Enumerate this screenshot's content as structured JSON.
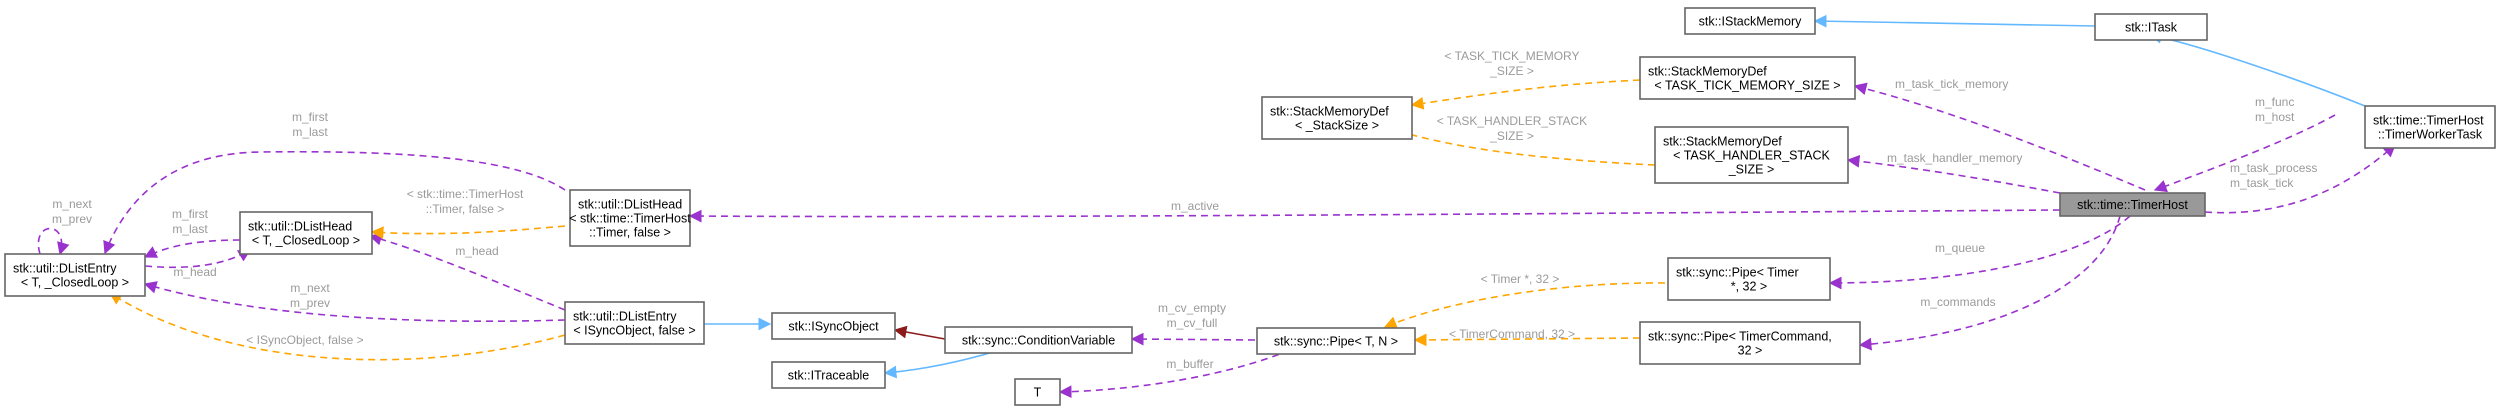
{
  "nodes": {
    "istackmemory": [
      "stk::IStackMemory"
    ],
    "itask": [
      "stk::ITask"
    ],
    "stackmemorydef_tick": [
      "stk::StackMemoryDef",
      "< TASK_TICK_MEMORY_SIZE >"
    ],
    "stackmemorydef_stacksize": [
      "stk::StackMemoryDef",
      "< _StackSize >"
    ],
    "stackmemorydef_handler": [
      "stk::StackMemoryDef",
      "< TASK_HANDLER_STACK",
      "_SIZE >"
    ],
    "timerworkertask": [
      "stk::time::TimerHost",
      "::TimerWorkerTask"
    ],
    "timerhost": [
      "stk::time::TimerHost"
    ],
    "dlisthead_timer": [
      "stk::util::DListHead",
      "< stk::time::TimerHost",
      "::Timer, false >"
    ],
    "dlisthead_closedloop": [
      "stk::util::DListHead",
      "< T, _ClosedLoop >"
    ],
    "dlistentry_closedloop": [
      "stk::util::DListEntry",
      "< T, _ClosedLoop >"
    ],
    "dlistentry_isync": [
      "stk::util::DListEntry",
      "< ISyncObject, false >"
    ],
    "isyncobject": [
      "stk::ISyncObject"
    ],
    "itraceable": [
      "stk::ITraceable"
    ],
    "conditionvariable": [
      "stk::sync::ConditionVariable"
    ],
    "pipe_tn": [
      "stk::sync::Pipe< T, N >"
    ],
    "t": [
      "T"
    ],
    "pipe_timer": [
      "stk::sync::Pipe< Timer",
      "*, 32 >"
    ],
    "pipe_timercommand": [
      "stk::sync::Pipe< TimerCommand,",
      "32 >"
    ]
  },
  "edge_labels": {
    "m_task_tick_memory": [
      "m_task_tick_memory"
    ],
    "m_task_handler_memory": [
      "m_task_handler_memory"
    ],
    "m_func_host": [
      "m_func",
      "m_host"
    ],
    "m_task_process_tick": [
      "m_task_process",
      "m_task_tick"
    ],
    "m_active": [
      "m_active"
    ],
    "m_queue": [
      "m_queue"
    ],
    "m_commands": [
      "m_commands"
    ],
    "tpl_tick_memory": [
      "< TASK_TICK_MEMORY",
      "_SIZE >"
    ],
    "tpl_handler_stack": [
      "< TASK_HANDLER_STACK",
      "_SIZE >"
    ],
    "tpl_timerhost_timer": [
      "< stk::time::TimerHost",
      "::Timer, false >"
    ],
    "m_first_last_top": [
      "m_first",
      "m_last"
    ],
    "m_next_prev_self": [
      "m_next",
      "m_prev"
    ],
    "m_first_last_head": [
      "m_first",
      "m_last"
    ],
    "m_head_dle": [
      "m_head"
    ],
    "m_head_dlh": [
      "m_head"
    ],
    "m_next_prev_isync": [
      "m_next",
      "m_prev"
    ],
    "tpl_isyncobject": [
      "< ISyncObject, false >"
    ],
    "m_cv_empty_full": [
      "m_cv_empty",
      "m_cv_full"
    ],
    "m_buffer": [
      "m_buffer"
    ],
    "tpl_timer_32": [
      "< Timer *, 32 >"
    ],
    "tpl_timercommand_32": [
      "< TimerCommand, 32 >"
    ]
  },
  "colors": {
    "composition": "#9a32cd",
    "template_instance": "#ffa500",
    "inheritance": "#63b8ff",
    "private_inheritance": "#8b1a1a",
    "focus_fill": "#999999",
    "node_border": "#666666",
    "label_text": "#9a9a9a"
  }
}
